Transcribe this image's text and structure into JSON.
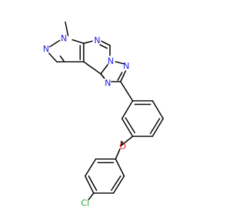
{
  "molecule": {
    "atoms": {
      "methyl_label": "CH3 carbon",
      "n_methyl": {
        "symbol": "N",
        "color": "#1f1fe0"
      },
      "n_pyrazole": {
        "symbol": "N",
        "color": "#1f1fe0"
      },
      "n_pyrimidine_top": {
        "symbol": "N",
        "color": "#1f1fe0"
      },
      "n_bridge": {
        "symbol": "N",
        "color": "#1f1fe0"
      },
      "n_triazole_right": {
        "symbol": "N",
        "color": "#1f1fe0"
      },
      "n_triazole_left": {
        "symbol": "N",
        "color": "#1f1fe0"
      },
      "o_ether": {
        "symbol": "O",
        "color": "#e0201e"
      },
      "cl": {
        "symbol": "Cl",
        "color": "#2fa62f"
      }
    }
  }
}
